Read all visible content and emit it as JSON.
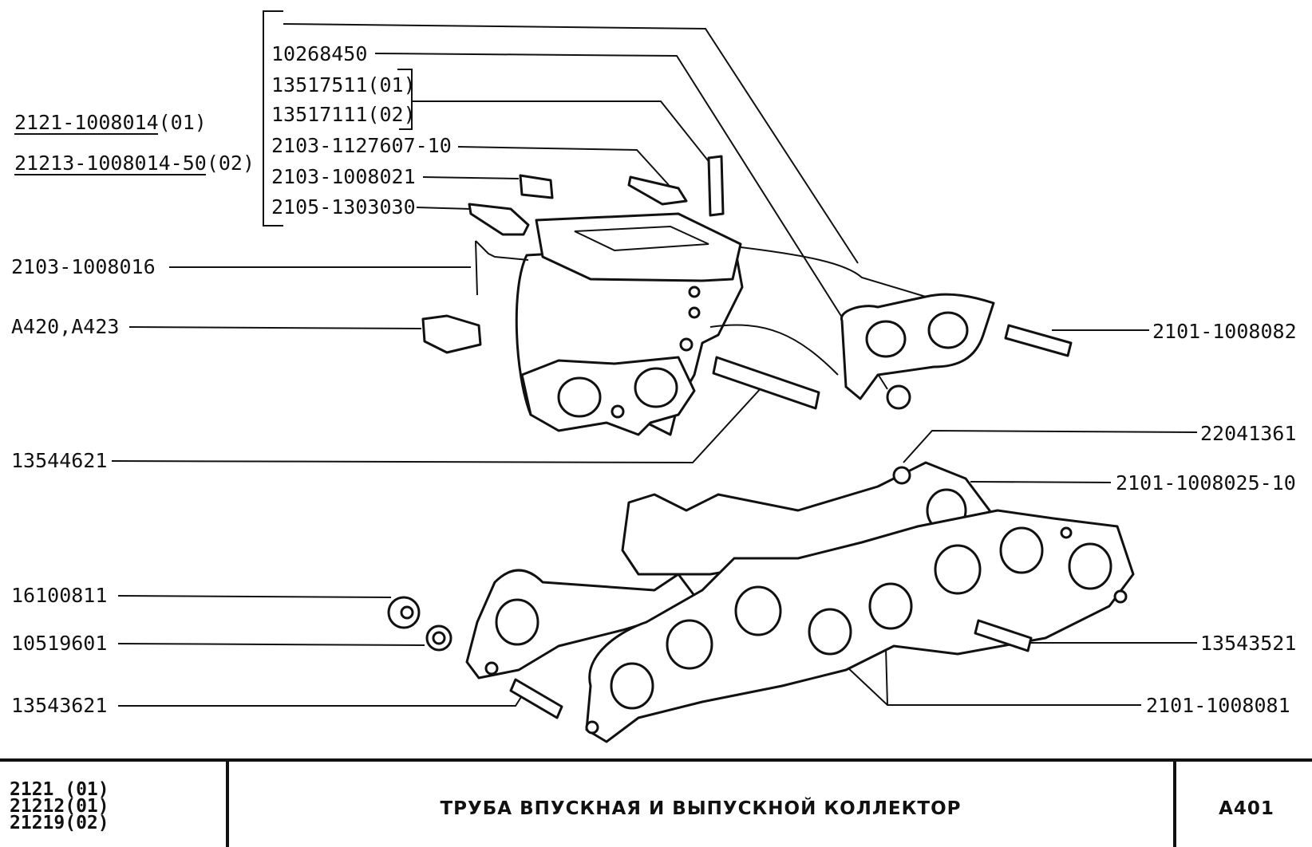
{
  "assemblies": {
    "first": "2121-1008014",
    "first_note": "(01)",
    "second": "21213-1008014-50",
    "second_note": "(02)"
  },
  "callouts": {
    "c1": "10268450",
    "c2": "13517511(01)",
    "c3": "13517111(02)",
    "c4": "2103-1127607-10",
    "c5": "2103-1008021",
    "c6": "2105-1303030",
    "c7": "2103-1008016",
    "c8": "A420,A423",
    "c9": "2101-1008082",
    "c10": "13544621",
    "c11": "22041361",
    "c12": "2101-1008025-10",
    "c13": "16100811",
    "c14": "10519601",
    "c15": "13543521",
    "c16": "13543621",
    "c17": "2101-1008081"
  },
  "footer": {
    "models": [
      "2121 (01)",
      "21212(01)",
      "21219(02)"
    ],
    "title": "ТРУБА ВПУСКНАЯ И ВЫПУСКНОЙ КОЛЛЕКТОР",
    "sheet": "A401"
  }
}
